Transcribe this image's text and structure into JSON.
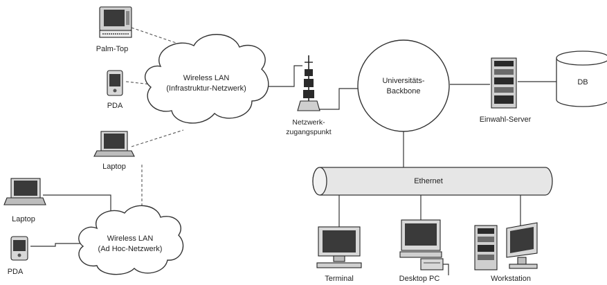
{
  "nodes": {
    "palmtop": "Palm-Top",
    "pda_top": "PDA",
    "wlan_infra_line1": "Wireless LAN",
    "wlan_infra_line2": "(Infrastruktur-Netzwerk)",
    "access_point_line1": "Netzwerk-",
    "access_point_line2": "zugangspunkt",
    "backbone_line1": "Universitäts-",
    "backbone_line2": "Backbone",
    "server": "Einwahl-Server",
    "db": "DB",
    "laptop_mid": "Laptop",
    "laptop_left": "Laptop",
    "pda_bottom": "PDA",
    "wlan_adhoc_line1": "Wireless LAN",
    "wlan_adhoc_line2": "(Ad Hoc-Netzwerk)",
    "ethernet": "Ethernet",
    "terminal": "Terminal",
    "desktop_pc": "Desktop PC",
    "workstation": "Workstation"
  },
  "colors": {
    "line": "#333333",
    "screen": "#3a3a3a",
    "device_body": "#d8d8d8",
    "background": "#ffffff"
  }
}
